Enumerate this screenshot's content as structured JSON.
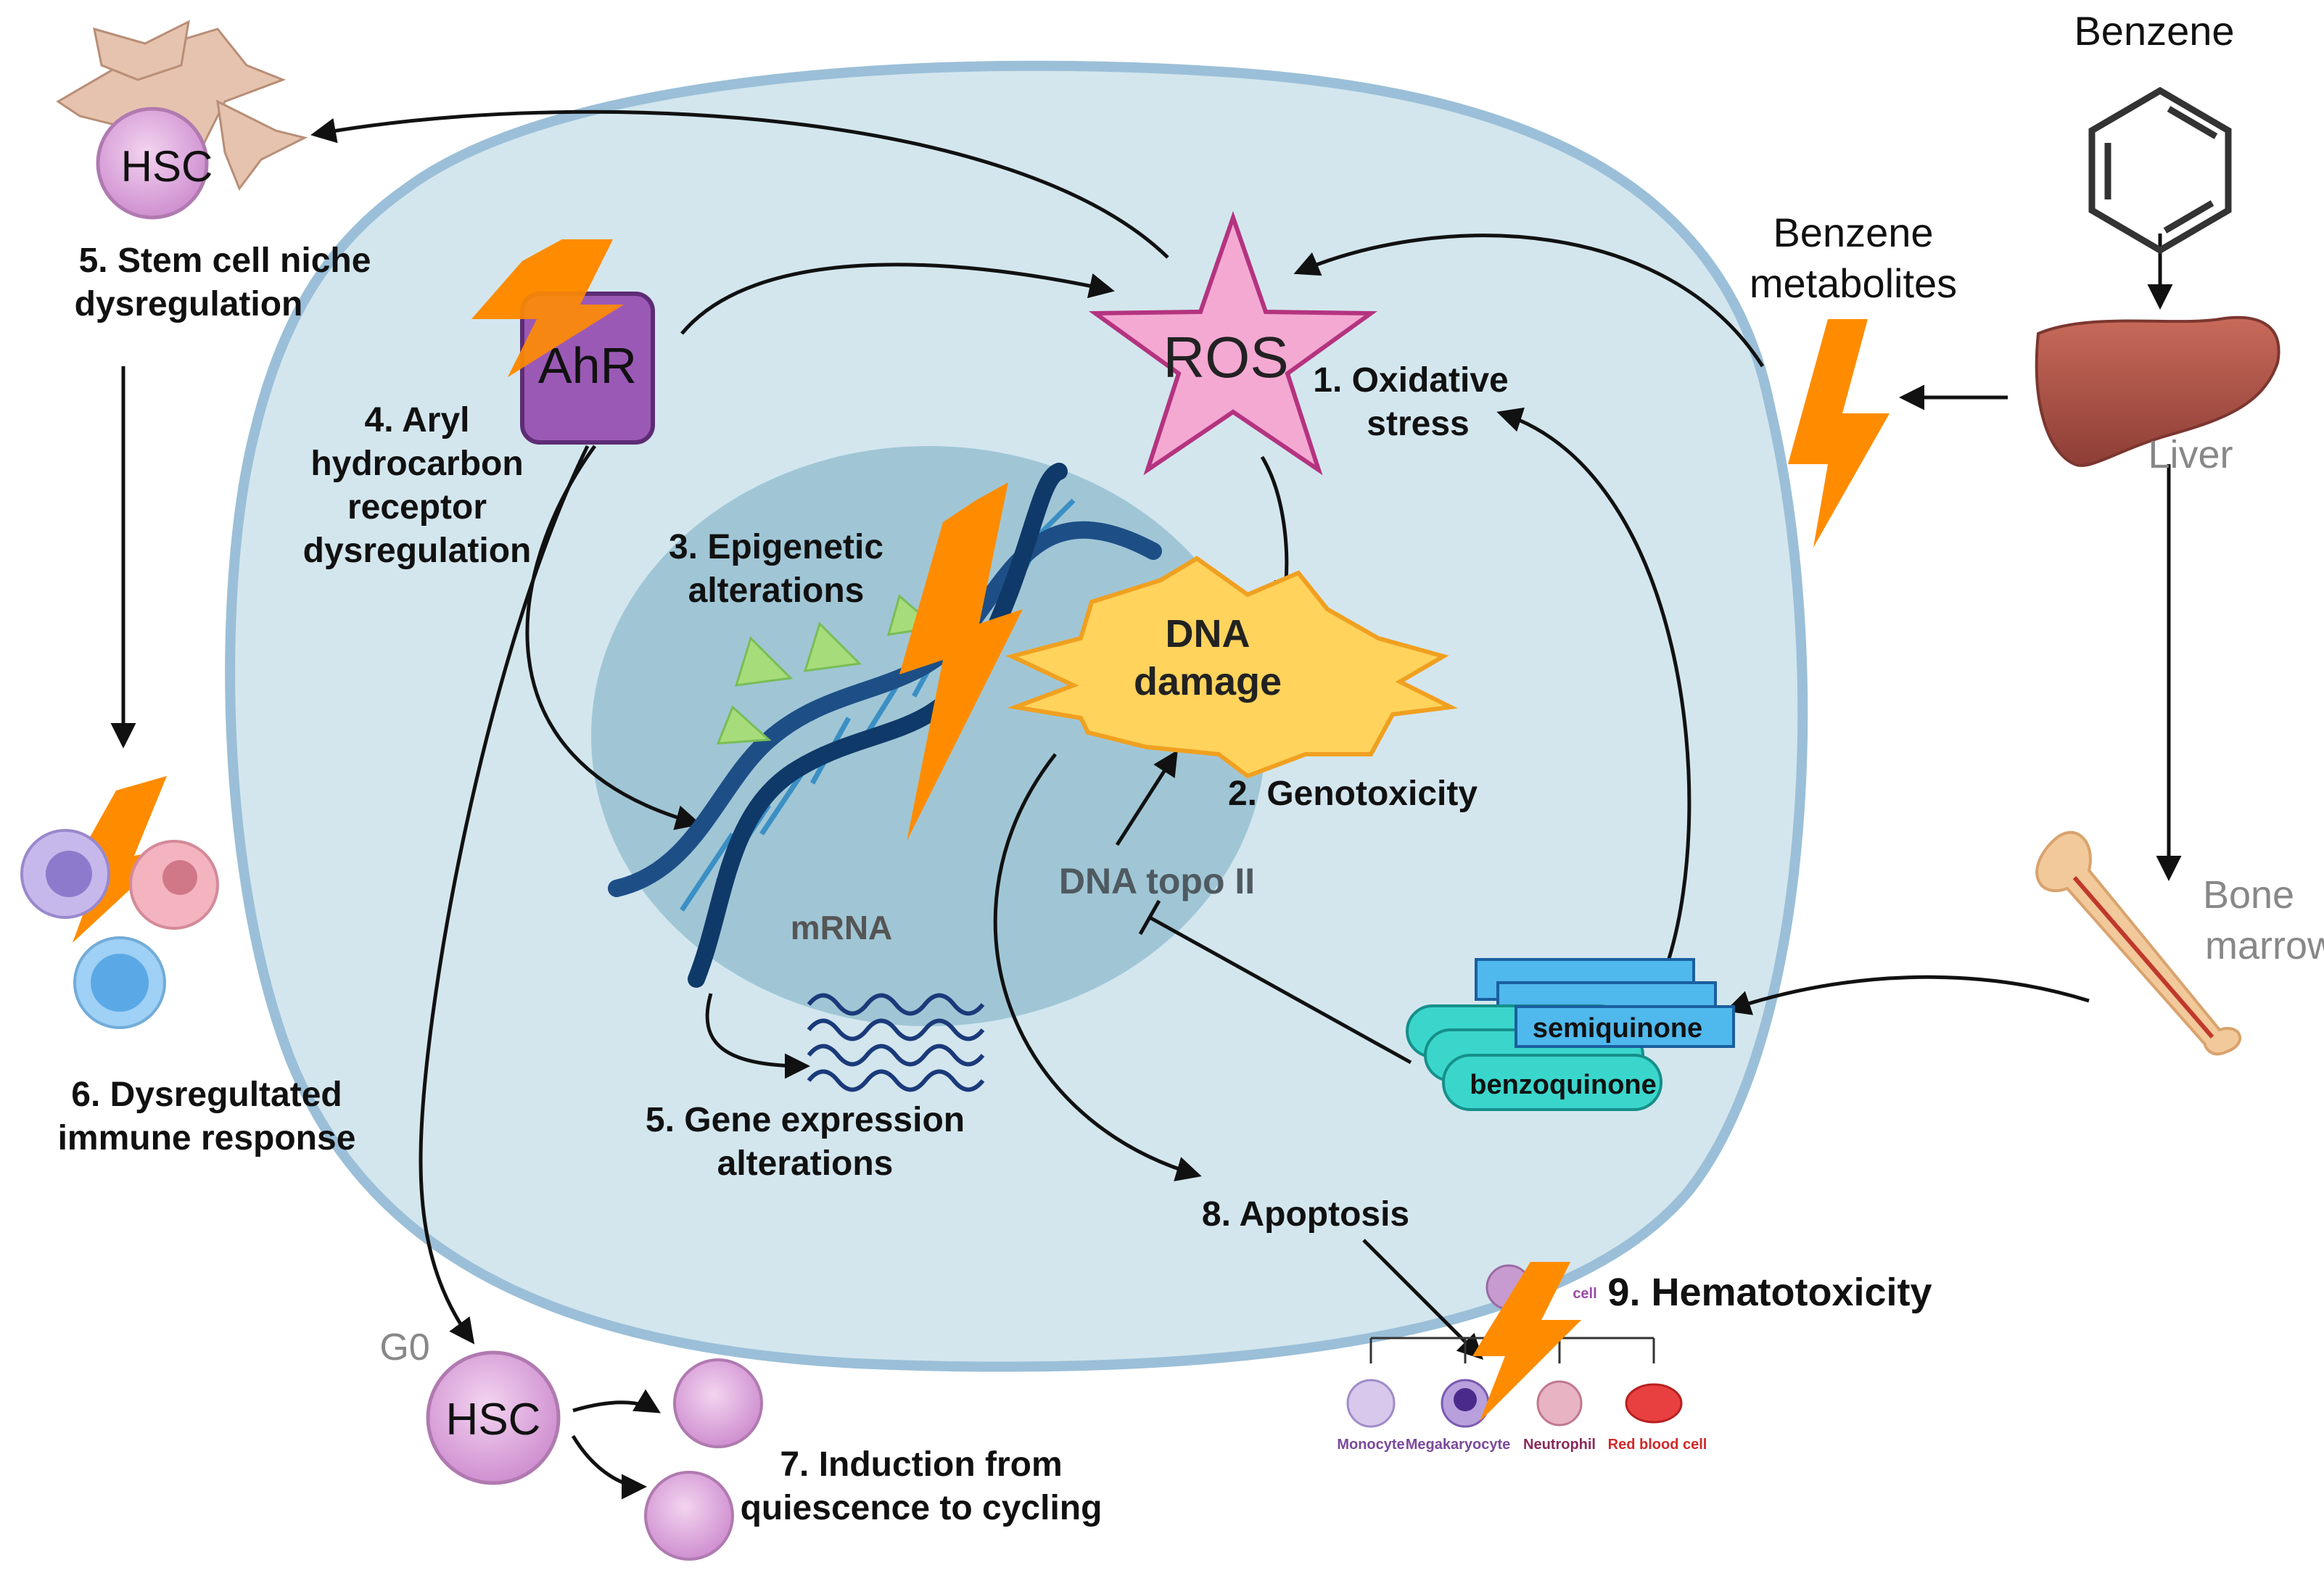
{
  "title": "",
  "benzene": {
    "label": "Benzene"
  },
  "metabolites": {
    "line1": "Benzene",
    "line2": "metabolites"
  },
  "liver": {
    "label": "Liver"
  },
  "bone_marrow": {
    "line1": "Bone",
    "line2": "marrow"
  },
  "ros": {
    "label": "ROS"
  },
  "ahr": {
    "label": "AhR"
  },
  "dna_damage": {
    "line1": "DNA",
    "line2": "damage"
  },
  "dna_topo": {
    "label": "DNA topo II"
  },
  "mrna": {
    "label": "mRNA"
  },
  "quinones": {
    "semiquinone": "semiquinone",
    "benzoquinone": "benzoquinone"
  },
  "hsc": {
    "label": "HSC",
    "g0": "G0"
  },
  "steps": {
    "s1": {
      "line1": "1.  Oxidative",
      "line2": "stress"
    },
    "s2": {
      "line1": "2. Genotoxicity"
    },
    "s3": {
      "line1": "3. Epigenetic",
      "line2": "alterations"
    },
    "s4": {
      "line1": "4. Aryl",
      "line2": "hydrocarbon",
      "line3": "receptor",
      "line4": "dysregulation"
    },
    "s5a": {
      "line1": "5. Stem cell niche",
      "line2": "dysregulation"
    },
    "s5b": {
      "line1": "5. Gene expression",
      "line2": "alterations"
    },
    "s6": {
      "line1": "6. Dysregultated",
      "line2": "immune response"
    },
    "s7": {
      "line1": "7. Induction from",
      "line2": "quiescence to cycling"
    },
    "s8": {
      "line1": "8. Apoptosis"
    },
    "s9": {
      "line1": "9. Hematotoxicity"
    }
  },
  "blood_cells": {
    "stem": "cell",
    "items": [
      "Monocyte",
      "Megakaryocyte",
      "Neutrophil",
      "Red blood cell"
    ]
  },
  "colors": {
    "cell_fill": "#d3e6ee",
    "cell_border": "#9bbfd8",
    "nucleus": "#a0c6d6",
    "ros": "#f4a9d3",
    "ahr": "#9b59b6",
    "dna_damage": "#ffd35c",
    "lightning": "#ff8c00",
    "quinone_blue": "#4fb8ec",
    "quinone_teal": "#3ad6cc",
    "hsc": "#e0a8e0"
  }
}
